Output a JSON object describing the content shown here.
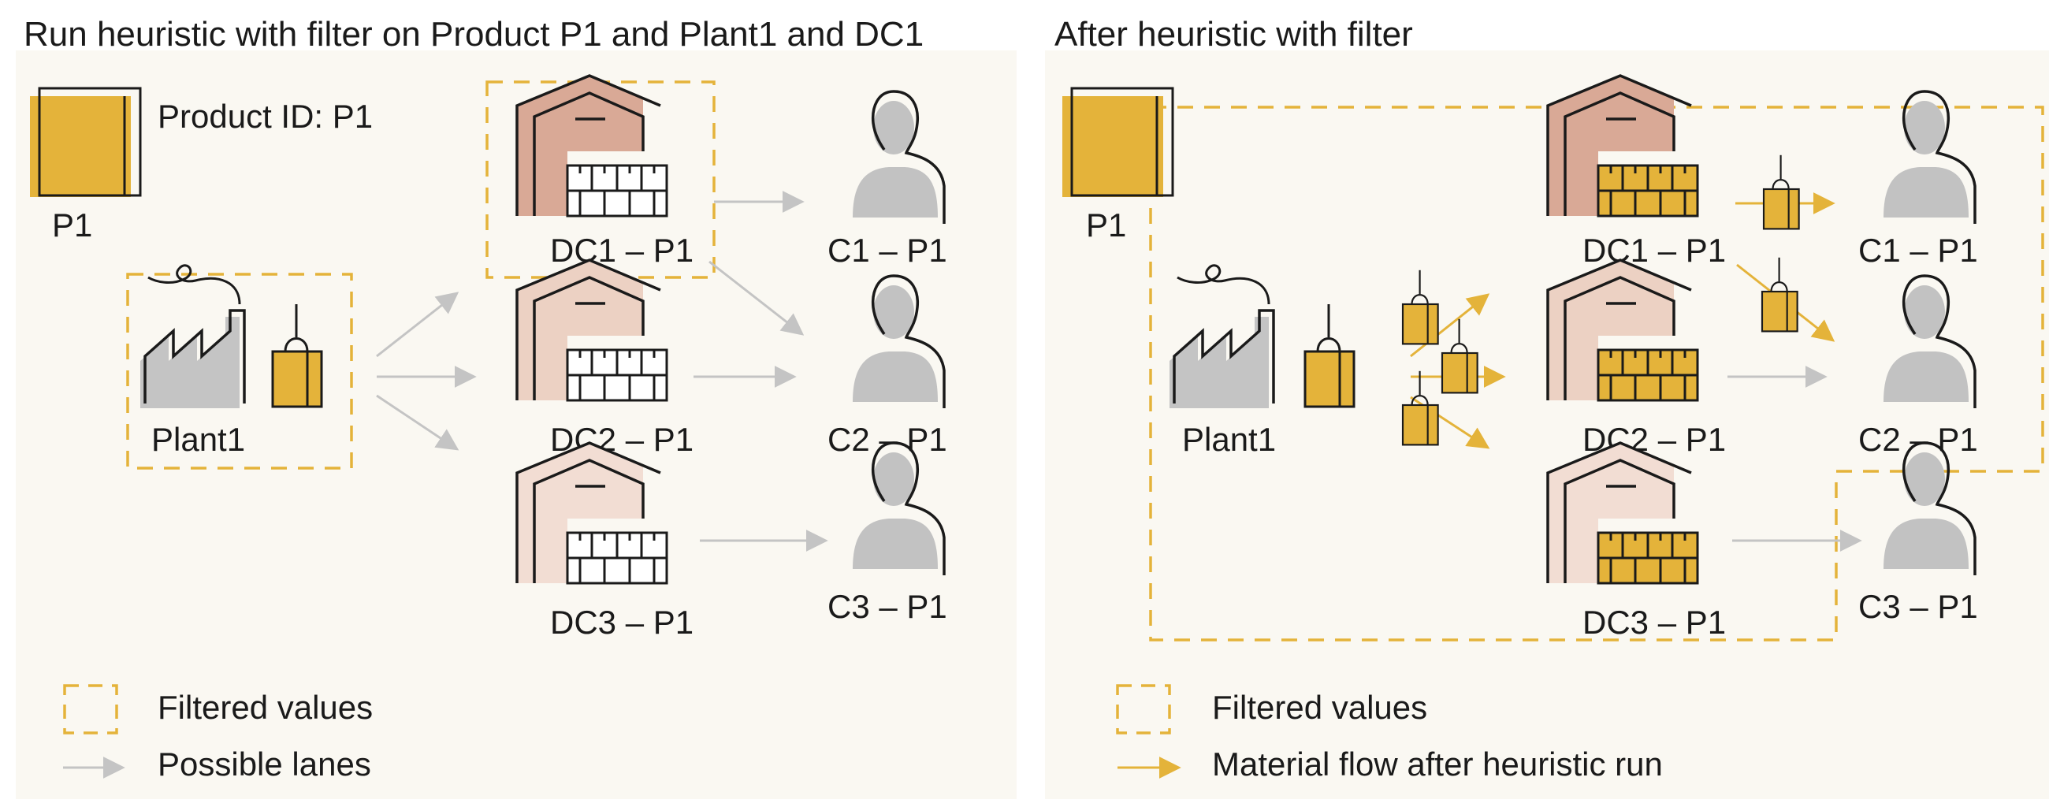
{
  "colors": {
    "panel_bg": "#faf8f2",
    "gold": "#e4b33a",
    "gray_lane": "#c4c4c4",
    "person": "#c2c2c2",
    "plant_gray": "#c4c4c4",
    "dc1_fill": "#d9a996",
    "dc2_fill": "#ecd1c3",
    "dc3_fill": "#f2ddd3",
    "outline": "#1a1a1a"
  },
  "left_panel": {
    "title": "Run heuristic with filter on Product P1 and Plant1 and DC1",
    "product_label": "P1",
    "product_id_text": "Product ID: P1",
    "plant_label": "Plant1",
    "dc_labels": [
      "DC1 – P1",
      "DC2 – P1",
      "DC3 – P1"
    ],
    "customer_labels": [
      "C1 – P1",
      "C2 – P1",
      "C3 – P1"
    ],
    "legend": [
      {
        "icon": "dashed-box-icon",
        "label": "Filtered values"
      },
      {
        "icon": "gray-arrow-icon",
        "label": "Possible lanes"
      }
    ]
  },
  "right_panel": {
    "title": "After heuristic with filter",
    "product_label": "P1",
    "plant_label": "Plant1",
    "dc_labels": [
      "DC1 – P1",
      "DC2 – P1",
      "DC3 – P1"
    ],
    "customer_labels": [
      "C1 – P1",
      "C2 – P1",
      "C3 – P1"
    ],
    "legend": [
      {
        "icon": "dashed-box-icon",
        "label": "Filtered values"
      },
      {
        "icon": "gold-arrow-icon",
        "label": "Material flow after heuristic run"
      }
    ]
  }
}
